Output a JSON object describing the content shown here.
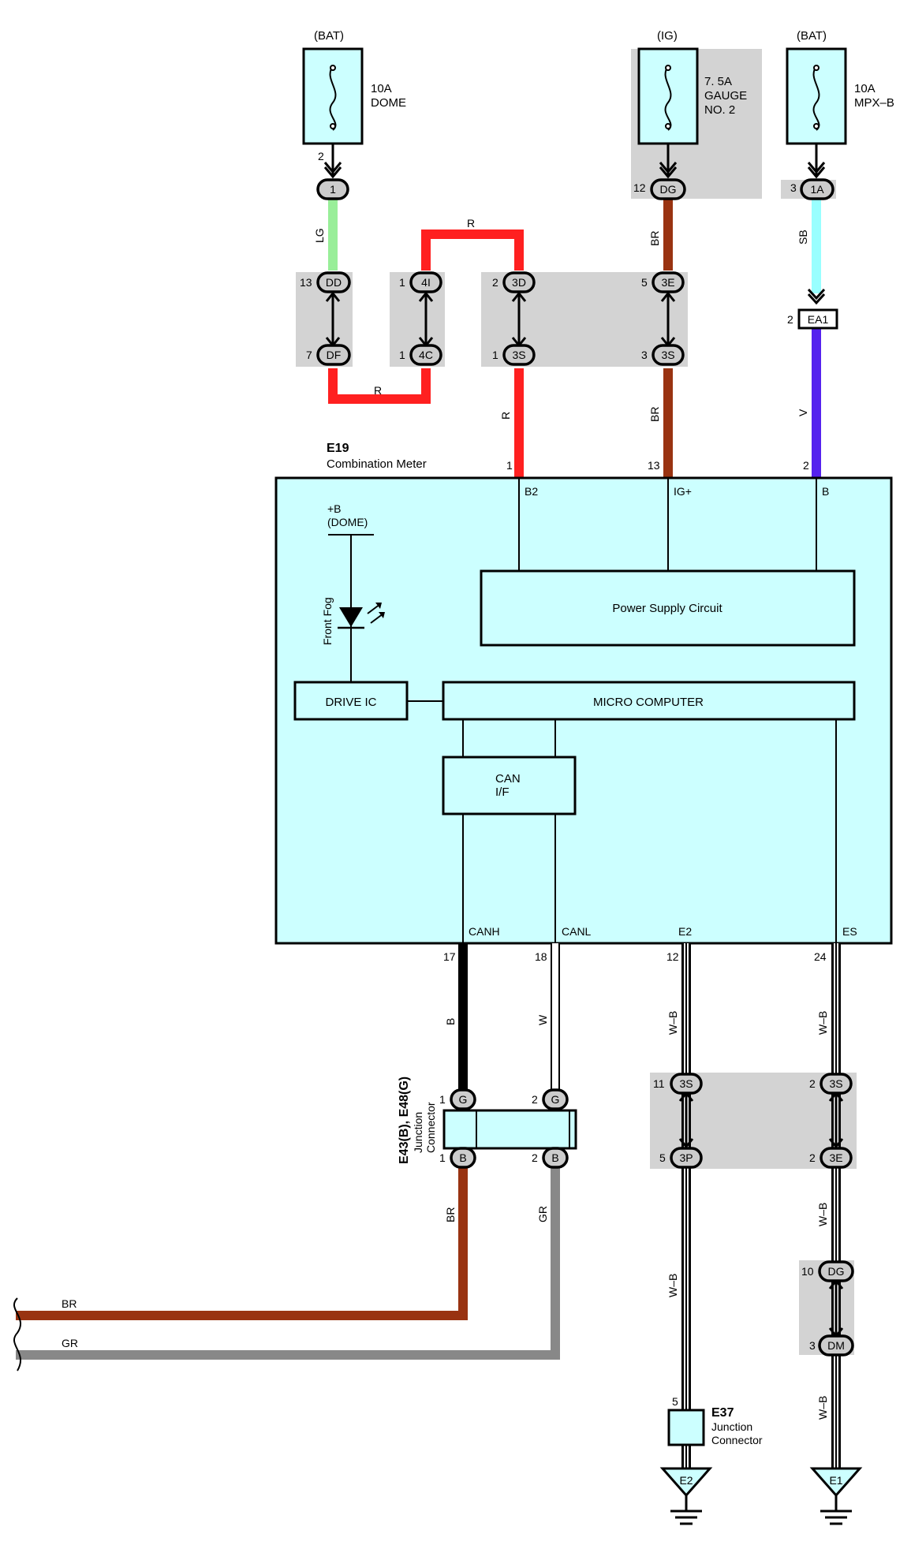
{
  "fuses": [
    {
      "source": "(BAT)",
      "rating": "10A",
      "name": "DOME",
      "name2": "",
      "pin": "2"
    },
    {
      "source": "(IG)",
      "rating": "7. 5A",
      "name": "GAUGE",
      "name2": "NO. 2",
      "pin": "12"
    },
    {
      "source": "(BAT)",
      "rating": "10A",
      "name": "MPX–B",
      "name2": "",
      "pin": "3"
    }
  ],
  "connectors_top": {
    "c1": "1",
    "dg": "DG",
    "a1": "1A",
    "dd": "DD",
    "df": "DF",
    "i4": "4I",
    "c4": "4C",
    "d3": "3D",
    "s3a": "3S",
    "e3": "3E",
    "s3b": "3S",
    "ea1": "EA1"
  },
  "pins_top": {
    "dd": "13",
    "df": "7",
    "i4": "1",
    "c4": "1",
    "d3": "2",
    "s3a": "1",
    "e3": "5",
    "s3b": "3",
    "ea1": "2",
    "m1": "1",
    "m13": "13",
    "m2": "2"
  },
  "wires": {
    "lg": "LG",
    "r_top": "R",
    "r_bottom": "R",
    "r_vert": "R",
    "br_top": "BR",
    "br_mid": "BR",
    "sb": "SB",
    "v": "V",
    "b": "B",
    "w": "W",
    "wb1": "W–B",
    "wb2": "W–B",
    "br_junc": "BR",
    "gr_junc": "GR",
    "wb3": "W–B",
    "wb4": "W–B",
    "wb5": "W–B",
    "br_left": "BR",
    "gr_left": "GR"
  },
  "meter": {
    "id": "E19",
    "name": "Combination Meter",
    "b2": "B2",
    "ig": "IG+",
    "b": "B",
    "dome1": "+B",
    "dome2": "(DOME)",
    "front_fog": "Front Fog",
    "power": "Power Supply Circuit",
    "drive_ic": "DRIVE IC",
    "micro": "MICRO COMPUTER",
    "can1": "CAN",
    "can2": "I/F",
    "canh": "CANH",
    "canl": "CANL",
    "e2": "E2",
    "es": "ES"
  },
  "pins_bottom": {
    "p17": "17",
    "p18": "18",
    "p12": "12",
    "p24": "24"
  },
  "junction": {
    "id": "E43(B), E48(G)",
    "l1": "Junction",
    "l2": "Connector",
    "g": "G",
    "bb": "B",
    "p1": "1",
    "p2": "2",
    "p1b": "1",
    "p2b": "2"
  },
  "connectors_bottom": {
    "s3l": "3S",
    "p3": "3P",
    "s3r": "3S",
    "e3": "3E",
    "dg": "DG",
    "dm": "DM",
    "n11": "11",
    "n5": "5",
    "n2a": "2",
    "n2b": "2",
    "n10": "10",
    "n3": "3"
  },
  "e37": {
    "id": "E37",
    "l1": "Junction",
    "l2": "Connector",
    "pin": "5"
  },
  "grounds": {
    "e2": "E2",
    "e1": "E1"
  }
}
